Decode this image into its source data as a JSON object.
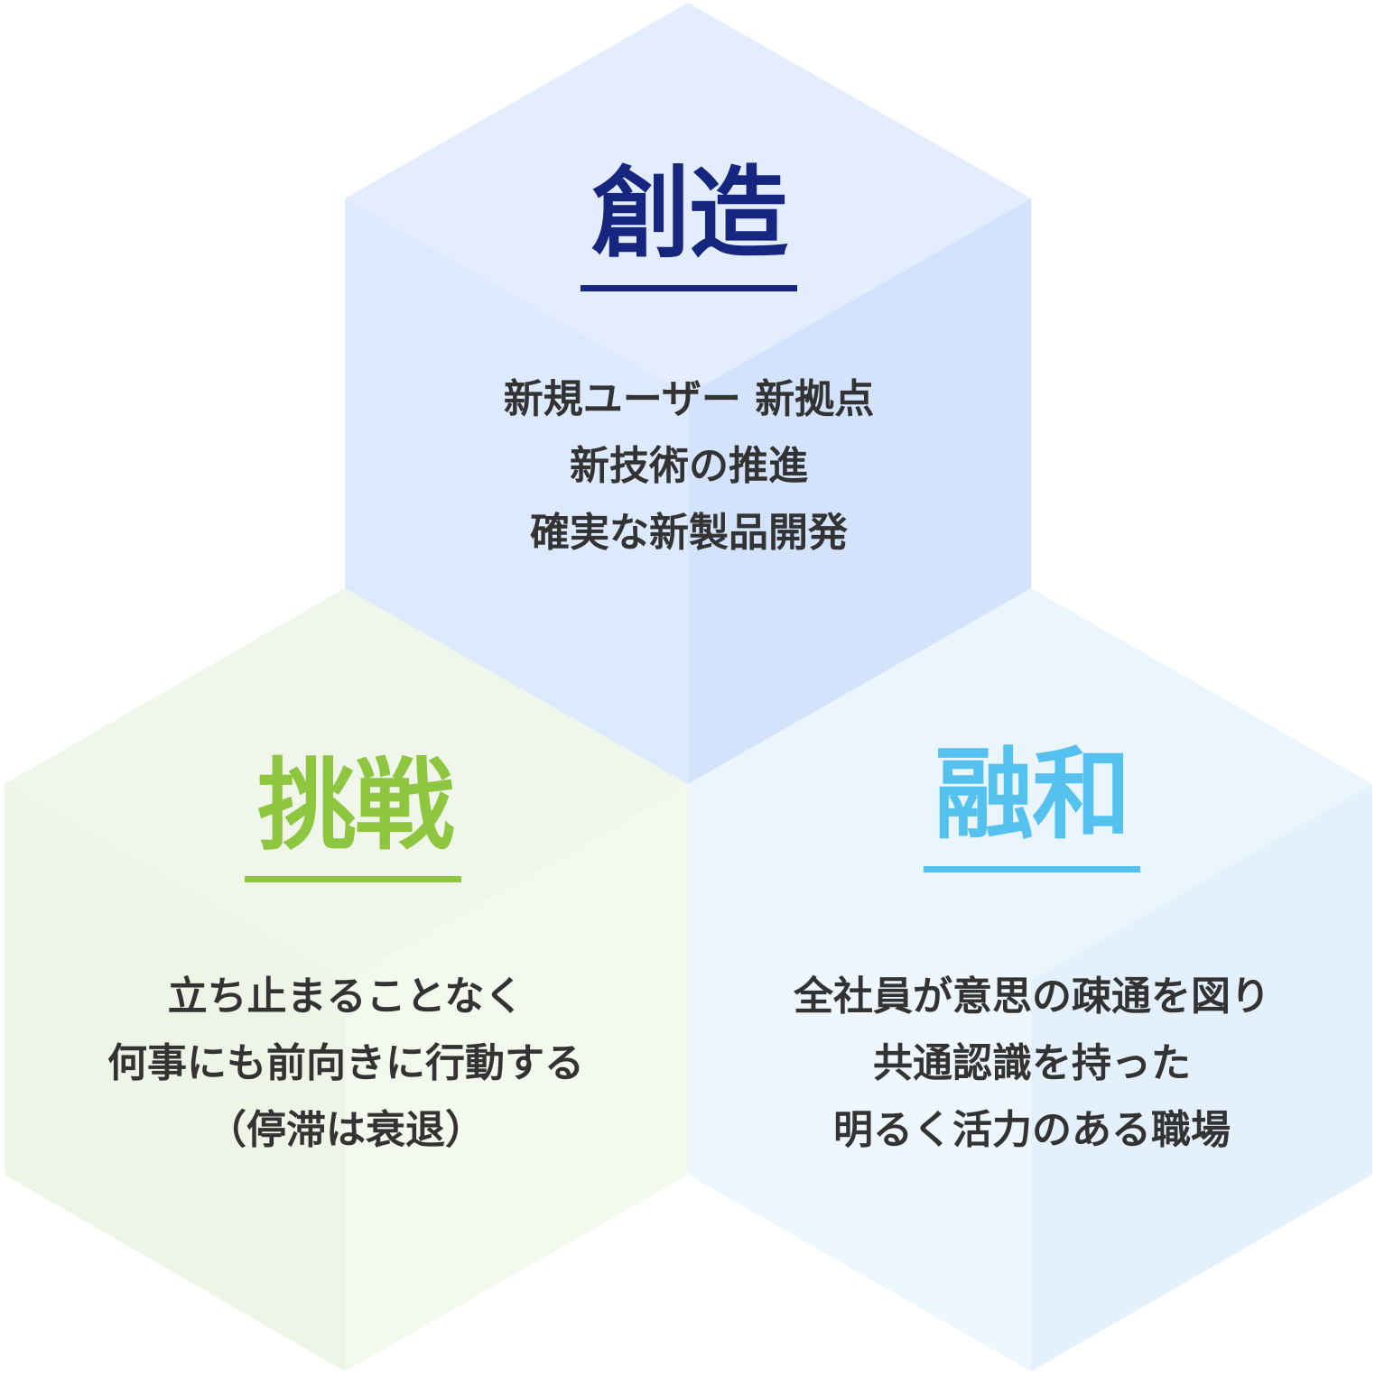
{
  "colors": {
    "top_hex_left": "#dde9fc",
    "top_hex_right": "#d2e3fb",
    "top_hex_cap": "#e3edfd",
    "left_hex_left": "#eef5e7",
    "left_hex_right": "#f4f9ee",
    "left_hex_cap": "#f0f6e9",
    "right_hex_left": "#eef7fd",
    "right_hex_right": "#e4f1fc",
    "right_hex_cap": "#eaf5fd",
    "top_accent": "#16267f",
    "left_accent": "#8ec63f",
    "right_accent": "#55c1ee",
    "body_text": "#333333"
  },
  "hexagons": {
    "top": {
      "title": "創造",
      "lines": [
        "新規ユーザー 新拠点",
        "新技術の推進",
        "確実な新製品開発"
      ]
    },
    "left": {
      "title": "挑戦",
      "lines": [
        "立ち止まることなく",
        "何事にも前向きに行動する",
        "（停滞は衰退）"
      ]
    },
    "right": {
      "title": "融和",
      "lines": [
        "全社員が意思の疎通を図り",
        "共通認識を持った",
        "明るく活力のある職場"
      ]
    }
  }
}
